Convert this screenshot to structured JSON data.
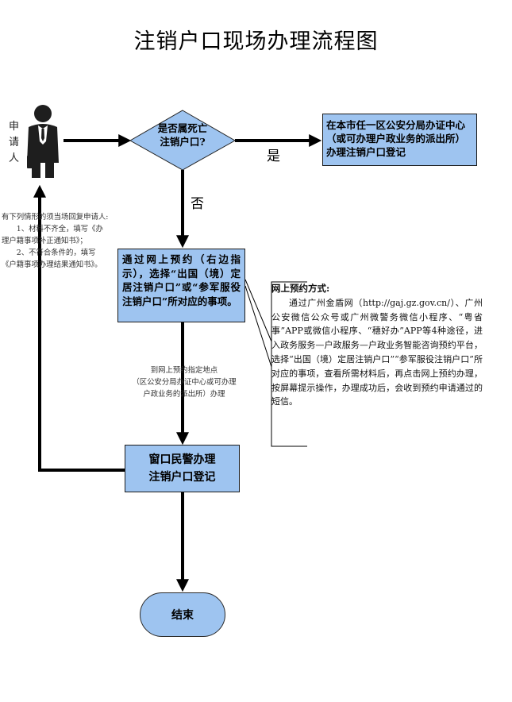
{
  "title": "注销户口现场办理流程图",
  "applicant": {
    "label": "申请人",
    "icon": "businessman-icon"
  },
  "decision": {
    "line1": "是否属死亡",
    "line2": "注销户口?",
    "yes_label": "是",
    "no_label": "否"
  },
  "yes_box": {
    "line1": "在本市任一区公安分局办证中心",
    "line2": "（或可办理户政业务的派出所）",
    "line3": "办理注销户口登记"
  },
  "online_box": {
    "text": "通过网上预约（右边指示），选择“出国（境）定居注销户口”或“参军服役注销户口”所对应的事项。"
  },
  "left_note": {
    "intro": "有下列情形的须当场回复申请人:",
    "item1": "1、材料不齐全，填写《办理户籍事项补正通知书》；",
    "item2": "2、不符合条件的，填写《户籍事项办理结果通知书》。"
  },
  "middle_note": {
    "line1": "到网上预约指定地点",
    "line2": "（区公安分局办证中心或可办理户政业务的派出所）办理"
  },
  "callout": {
    "title": "网上预约方式:",
    "body": "通过广州金盾网（http://gaj.gz.gov.cn/）、广州公安微信公众号或广州微警务微信小程序、“粤省事”APP或微信小程序、“穗好办”APP等4种途径，进入政务服务—户政服务—户政业务智能咨询预约平台，选择“出国（境）定居注销户口”“参军服役注销户口”所对应的事项，查看所需材料后，再点击网上预约办理，按屏幕提示操作，办理成功后，会收到预约申请通过的短信。"
  },
  "window_box": {
    "line1": "窗口民警办理",
    "line2": "注销户口登记"
  },
  "end": {
    "label": "结束"
  },
  "colors": {
    "box_fill": "#9ec4f0",
    "line": "#000000"
  }
}
